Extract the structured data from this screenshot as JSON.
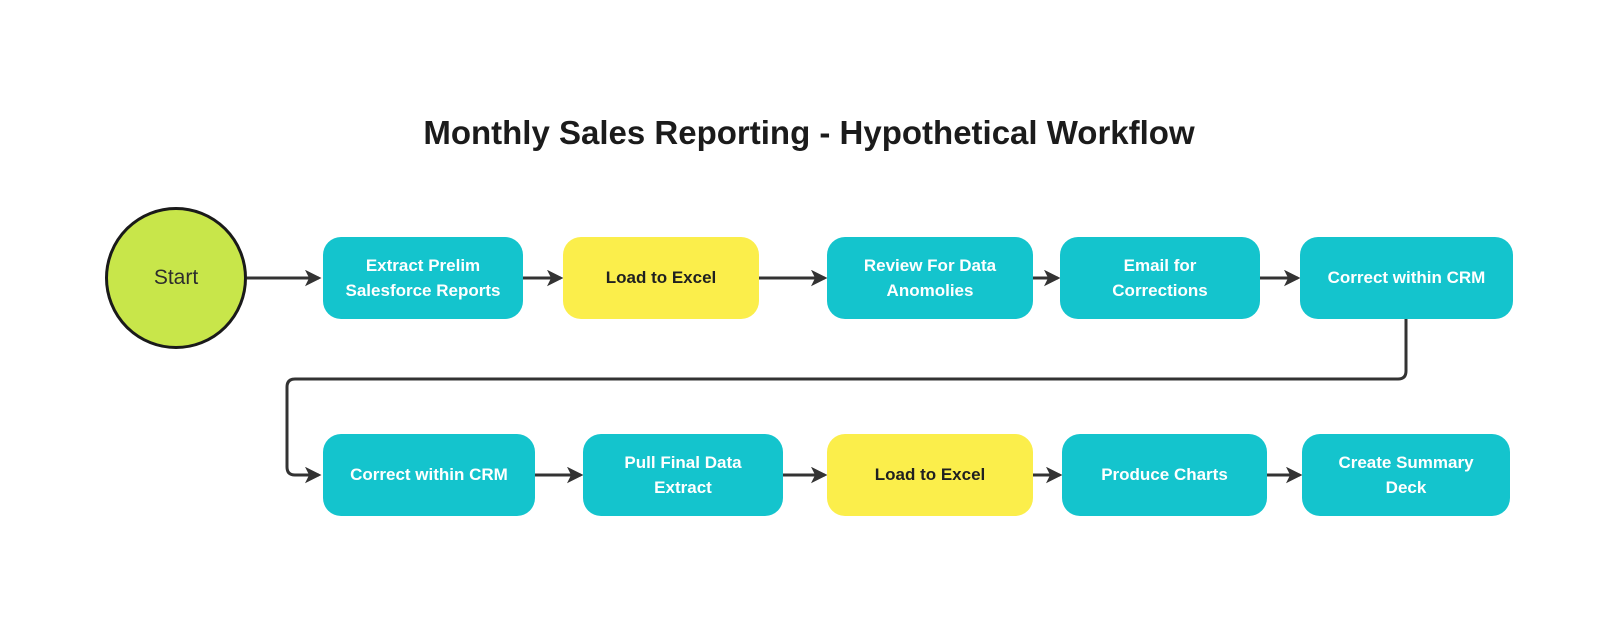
{
  "title": "Monthly Sales Reporting - Hypothetical Workflow",
  "colors": {
    "canvas-bg": "#ffffff",
    "process-fill": "#14c4cd",
    "process-text": "#ffffff",
    "highlight-fill": "#fbee4b",
    "highlight-text": "#1f2020",
    "start-fill": "#c8e64a",
    "start-border": "#1a1a1a",
    "start-text": "#2d2d2d",
    "arrow": "#333333",
    "title-text": "#1b1b1b"
  },
  "nodes": {
    "start": {
      "label": "Start",
      "shape": "circle"
    },
    "extract_prelim": {
      "label": "Extract Prelim Salesforce Reports",
      "shape": "process"
    },
    "load_excel_1": {
      "label": "Load to Excel",
      "shape": "highlight"
    },
    "review_anomolies": {
      "label": "Review For Data Anomolies",
      "shape": "process"
    },
    "email_corrections": {
      "label": "Email for Corrections",
      "shape": "process"
    },
    "correct_crm_1": {
      "label": "Correct within CRM",
      "shape": "process"
    },
    "correct_crm_2": {
      "label": "Correct within CRM",
      "shape": "process"
    },
    "pull_final": {
      "label": "Pull Final Data Extract",
      "shape": "process"
    },
    "load_excel_2": {
      "label": "Load to Excel",
      "shape": "highlight"
    },
    "produce_charts": {
      "label": "Produce Charts",
      "shape": "process"
    },
    "create_deck": {
      "label": "Create Summary Deck",
      "shape": "process"
    }
  },
  "edges": [
    {
      "from": "start",
      "to": "extract_prelim"
    },
    {
      "from": "extract_prelim",
      "to": "load_excel_1"
    },
    {
      "from": "load_excel_1",
      "to": "review_anomolies"
    },
    {
      "from": "review_anomolies",
      "to": "email_corrections"
    },
    {
      "from": "email_corrections",
      "to": "correct_crm_1"
    },
    {
      "from": "correct_crm_1",
      "to": "correct_crm_2"
    },
    {
      "from": "correct_crm_2",
      "to": "pull_final"
    },
    {
      "from": "pull_final",
      "to": "load_excel_2"
    },
    {
      "from": "load_excel_2",
      "to": "produce_charts"
    },
    {
      "from": "produce_charts",
      "to": "create_deck"
    }
  ]
}
